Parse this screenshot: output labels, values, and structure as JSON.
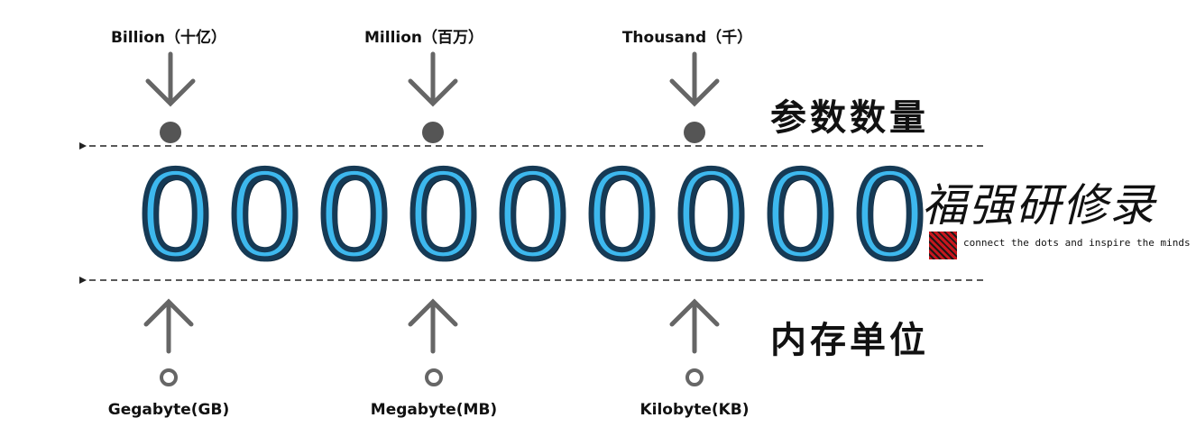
{
  "top_labels": [
    "Billion（十亿）",
    "Million（百万）",
    "Thousand（千）"
  ],
  "bottom_labels": [
    "Gegabyte(GB)",
    "Megabyte(MB)",
    "Kilobyte(KB)"
  ],
  "top_heading": "参数数量",
  "bottom_heading": "内存单位",
  "digits": [
    "0",
    "0",
    "0",
    "0",
    "0",
    "0",
    "0",
    "0",
    "0"
  ],
  "logo": {
    "calligraphy": "福强研修录",
    "slogan": "connect the dots and inspire the minds"
  },
  "colors": {
    "digit_fill": "#3db8ee",
    "digit_outline": "#163a55",
    "arrow": "#666666",
    "dot": "#555555",
    "dashed_line": "#222222",
    "seal": "#c8161d"
  },
  "icons": {
    "top_marker": "filled-circle-icon",
    "bottom_marker": "hollow-circle-icon",
    "top_arrow": "arrow-down-icon",
    "bottom_arrow": "arrow-up-icon",
    "line_arrow": "arrow-left-icon"
  }
}
